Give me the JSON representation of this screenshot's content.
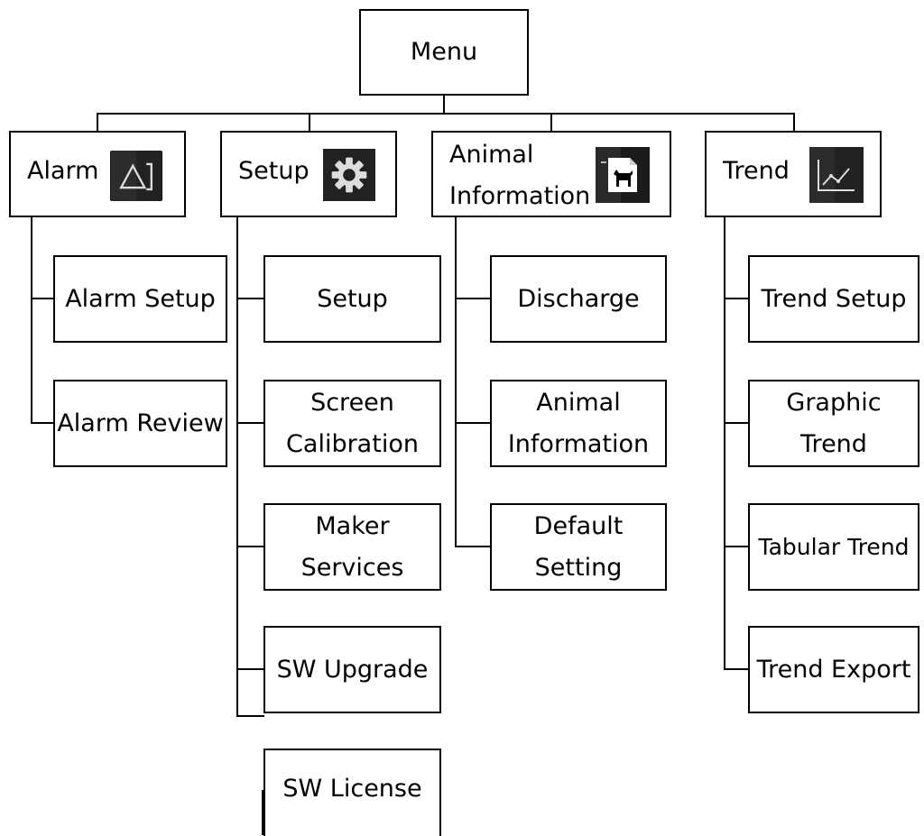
{
  "root": {
    "label": "Menu"
  },
  "categories": [
    {
      "label": "Alarm",
      "icon": "alarm-icon",
      "items": [
        "Alarm Setup",
        "Alarm Review"
      ]
    },
    {
      "label": "Setup",
      "icon": "gear-icon",
      "items": [
        "Setup",
        "Screen\nCalibration",
        "Maker\nServices",
        "SW Upgrade",
        "SW License"
      ]
    },
    {
      "label": "Animal\nInformation",
      "icon": "animal-info-icon",
      "items": [
        "Discharge",
        "Animal\nInformation",
        "Default\nSetting"
      ]
    },
    {
      "label": "Trend",
      "icon": "trend-chart-icon",
      "items": [
        "Trend Setup",
        "Graphic\nTrend",
        "Tabular Trend",
        "Trend Export"
      ]
    }
  ]
}
